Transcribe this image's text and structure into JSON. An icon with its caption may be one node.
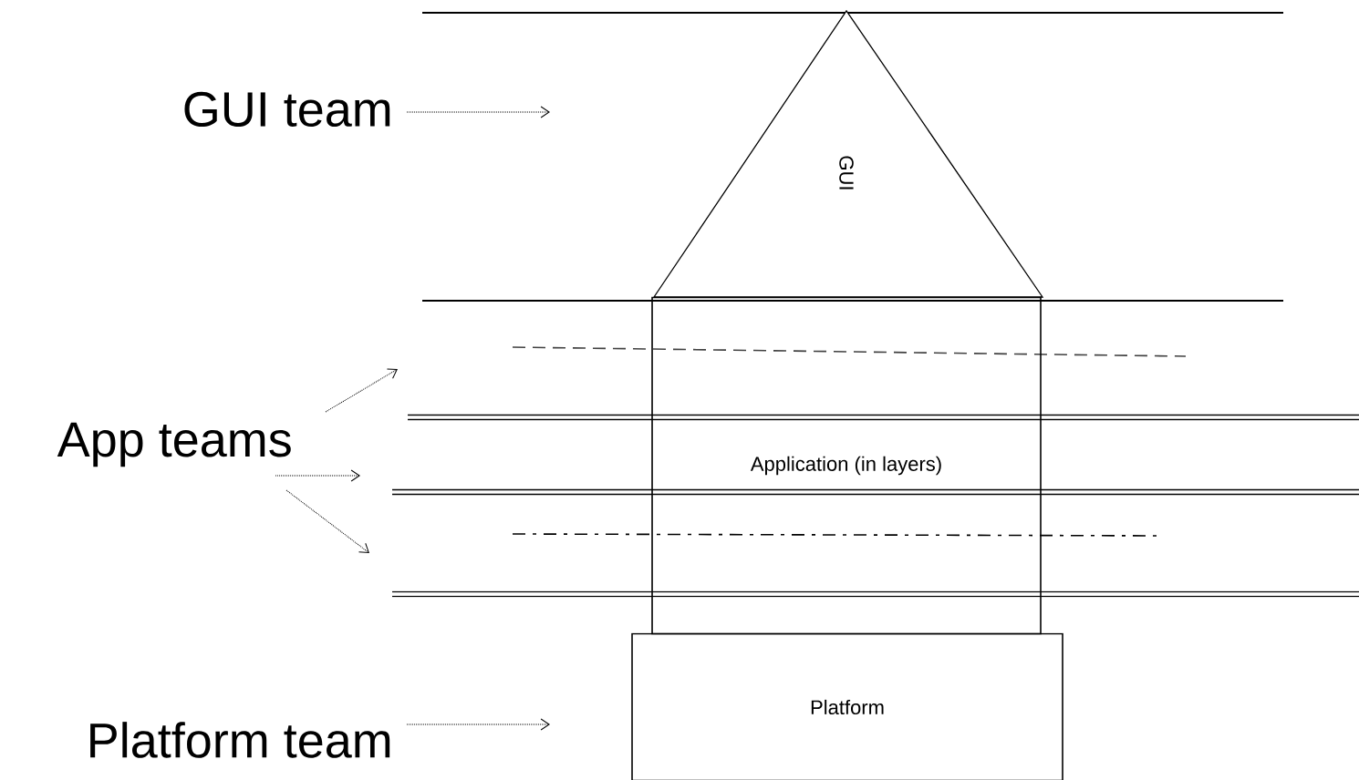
{
  "diagram": {
    "nodes": [
      {
        "text": [
          "GUI team"
        ]
      },
      {
        "text": [
          "App teams"
        ]
      },
      {
        "text": [
          "Platform team"
        ]
      },
      {
        "text": [
          "GUI"
        ]
      },
      {
        "text": [
          "Application (in layers)"
        ]
      },
      {
        "text": [
          "Platform"
        ]
      }
    ],
    "edges": [
      {
        "from": 0,
        "to": null,
        "arrow": "to",
        "style": "dashed"
      },
      {
        "from": 1,
        "to": null,
        "arrow": "to",
        "style": "dashed"
      },
      {
        "from": 1,
        "to": null,
        "arrow": "to",
        "style": "dashed"
      },
      {
        "from": 1,
        "to": null,
        "arrow": "to",
        "style": "dashed"
      },
      {
        "from": 2,
        "to": null,
        "arrow": "to",
        "style": "dashed"
      }
    ]
  }
}
